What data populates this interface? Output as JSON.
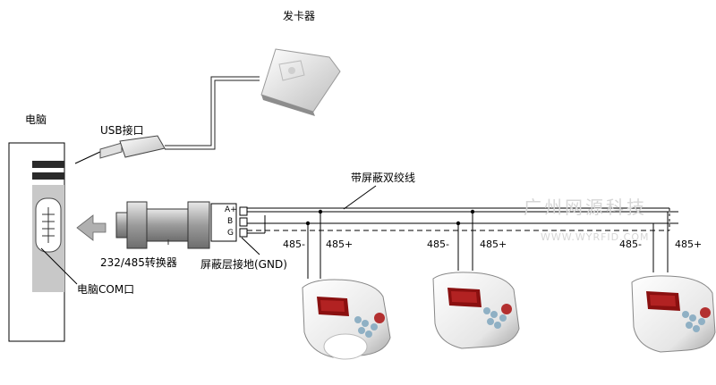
{
  "labels": {
    "card_issuer": "发卡器",
    "computer": "电脑",
    "usb_port": "USB接口",
    "shielded_twisted_pair": "带屏蔽双绞线",
    "converter": "232/485转换器",
    "shield_ground": "屏蔽层接地(GND)",
    "computer_com_port": "电脑COM口",
    "terminal_aplus": "A+",
    "terminal_b": "B",
    "terminal_g": "G",
    "t1_minus": "485-",
    "t1_plus": "485+",
    "t2_minus": "485-",
    "t2_plus": "485+",
    "t3_minus": "485-",
    "t3_plus": "485+"
  },
  "watermark": {
    "company": "广州网源科技",
    "site": "www.wyrfid.com"
  },
  "colors": {
    "line": "#000000",
    "device_body": "#f2f2f2",
    "device_shadow": "#9a9a9a",
    "display": "#8a1010",
    "keypad": "#8fb0c4",
    "watermark": "#d6d6d6"
  }
}
